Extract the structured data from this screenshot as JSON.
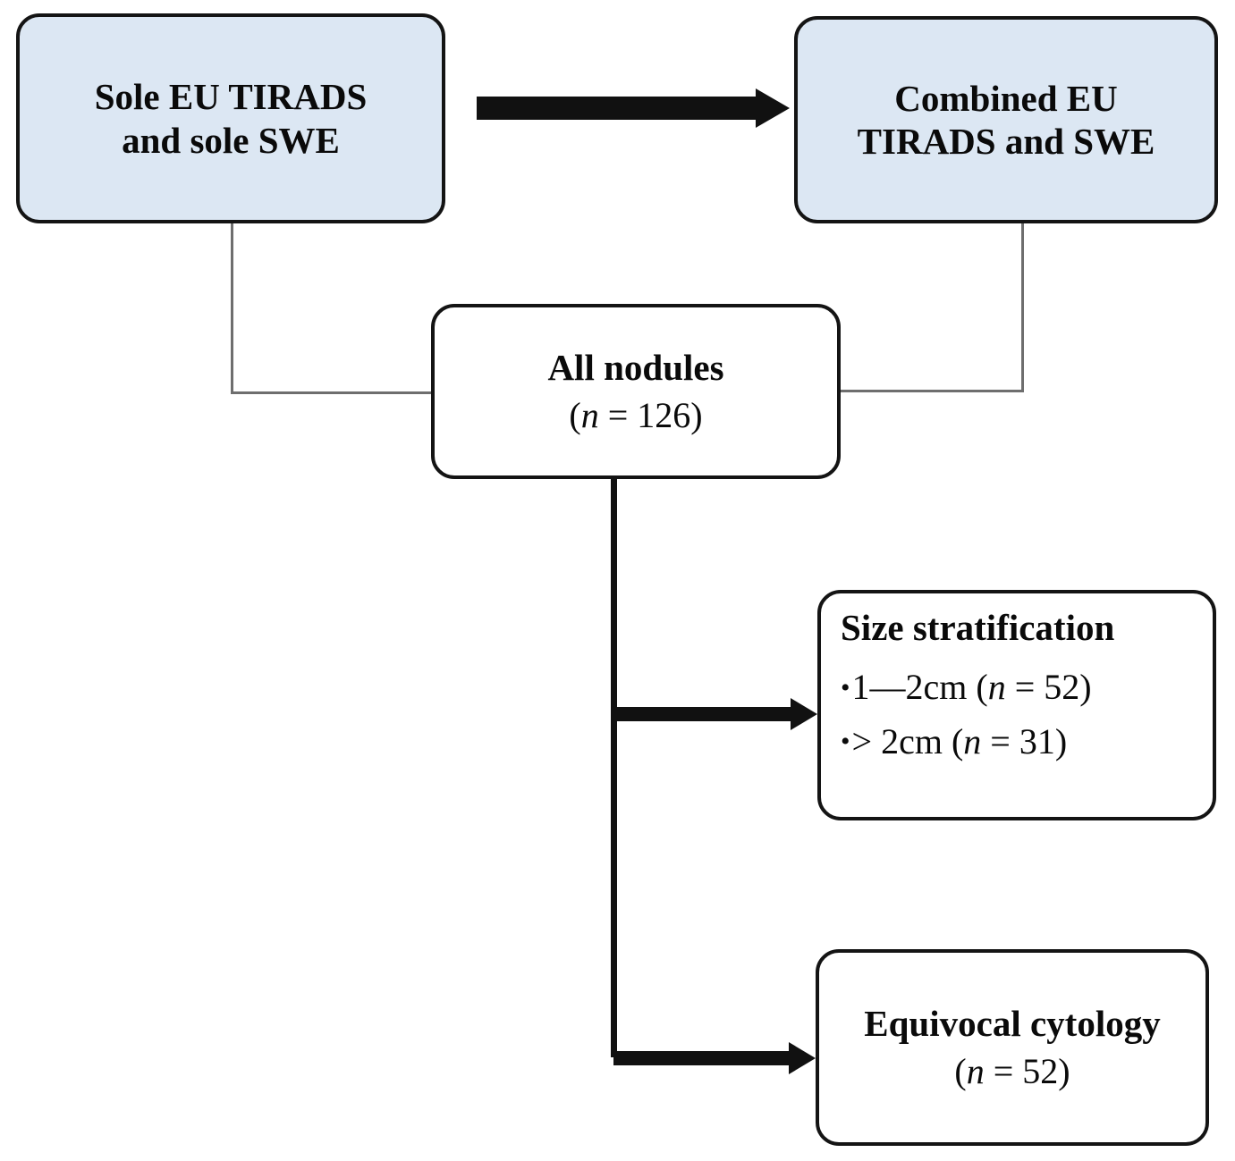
{
  "diagram": {
    "type": "flowchart",
    "title": "Study design flowchart for EU TIRADS and SWE nodule stratification",
    "colors": {
      "node_fill_blue": "#dce7f3",
      "node_fill_white": "#ffffff",
      "node_border": "#141414",
      "connector_thin": "#6e6e6e",
      "connector_thick": "#111111",
      "text": "#0a0a0a"
    },
    "nodes": [
      {
        "id": "sole",
        "label_line1": "Sole EU TIRADS",
        "label_line2": "and sole SWE",
        "fill": "blue"
      },
      {
        "id": "combined",
        "label_line1": "Combined EU",
        "label_line2": "TIRADS and  SWE",
        "fill": "blue"
      },
      {
        "id": "all_nodules",
        "label_line1": "All nodules",
        "count_prefix": "(",
        "count_var": "n",
        "count_eq": " = ",
        "count_value": "126",
        "count_suffix": ")",
        "fill": "white"
      },
      {
        "id": "size_stratification",
        "title": "Size stratification",
        "items": [
          {
            "bullet": "•",
            "range": "1—2cm ",
            "open": "(",
            "var": "n",
            "eq": " = ",
            "value": "52",
            "close": ")"
          },
          {
            "bullet": "•",
            "range": "> 2cm ",
            "open": "(",
            "var": "n",
            "eq": " = ",
            "value": "31",
            "close": ")"
          }
        ],
        "fill": "white"
      },
      {
        "id": "equivocal_cytology",
        "label_line1": "Equivocal cytology",
        "count_prefix": "(",
        "count_var": "n",
        "count_eq": " = ",
        "count_value": "52",
        "count_suffix": ")",
        "fill": "white"
      }
    ],
    "edges": [
      {
        "id": "sole-to-combined",
        "from": "sole",
        "to": "combined",
        "style": "thick-arrow",
        "direction": "right"
      },
      {
        "id": "sole-to-all",
        "from": "sole",
        "to": "all_nodules",
        "style": "thin-elbow",
        "direction": "down-right"
      },
      {
        "id": "combined-to-all",
        "from": "combined",
        "to": "all_nodules",
        "style": "thin-elbow",
        "direction": "down-left"
      },
      {
        "id": "all-to-size",
        "from": "all_nodules",
        "to": "size_stratification",
        "style": "thick-arrow",
        "direction": "down-right"
      },
      {
        "id": "all-to-equivocal",
        "from": "all_nodules",
        "to": "equivocal_cytology",
        "style": "thick-arrow",
        "direction": "down-right"
      }
    ]
  }
}
